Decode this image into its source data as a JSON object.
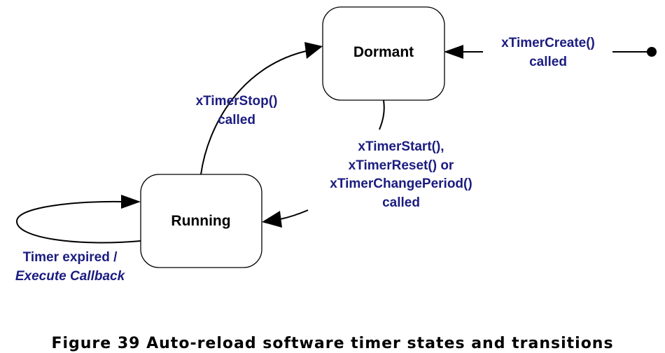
{
  "colors": {
    "transition_text": "#1b1c80",
    "lines": "#000000",
    "state_fill": "#ffffff"
  },
  "states": {
    "dormant": "Dormant",
    "running": "Running"
  },
  "transitions": {
    "create": {
      "line1": "xTimerCreate()",
      "line2": "called"
    },
    "stop": {
      "line1": "xTimerStop()",
      "line2": "called"
    },
    "start": {
      "line1": "xTimerStart(),",
      "line2": "xTimerReset() or",
      "line3": "xTimerChangePeriod()",
      "line4": "called"
    },
    "expired": {
      "line1": "Timer expired /",
      "line2": "Execute Callback"
    }
  },
  "caption": "Figure 39 Auto-reload software timer states and transitions"
}
